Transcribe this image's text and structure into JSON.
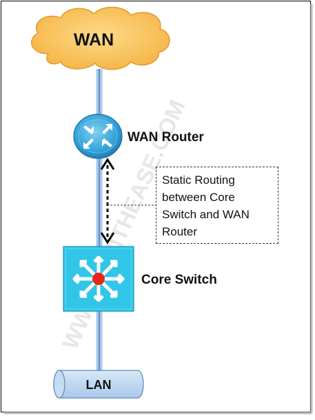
{
  "diagram": {
    "title_cloud": "WAN",
    "router_label": "WAN Router",
    "switch_label": "Core Switch",
    "lan_label": "LAN",
    "callout_lines": [
      "Static Routing",
      "between Core",
      "Switch and WAN",
      "Router"
    ],
    "watermark": "WWW.IPWITHEASE.COM"
  },
  "colors": {
    "cloud_fill": "#f7c15a",
    "cloud_stroke": "#e0a030",
    "link_line": "#9ec3e6",
    "router_fill": "#2f9fd6",
    "switch_fill": "#31c6e8",
    "switch_center": "#e8261c",
    "lan_fill": "#b7d3ef"
  }
}
